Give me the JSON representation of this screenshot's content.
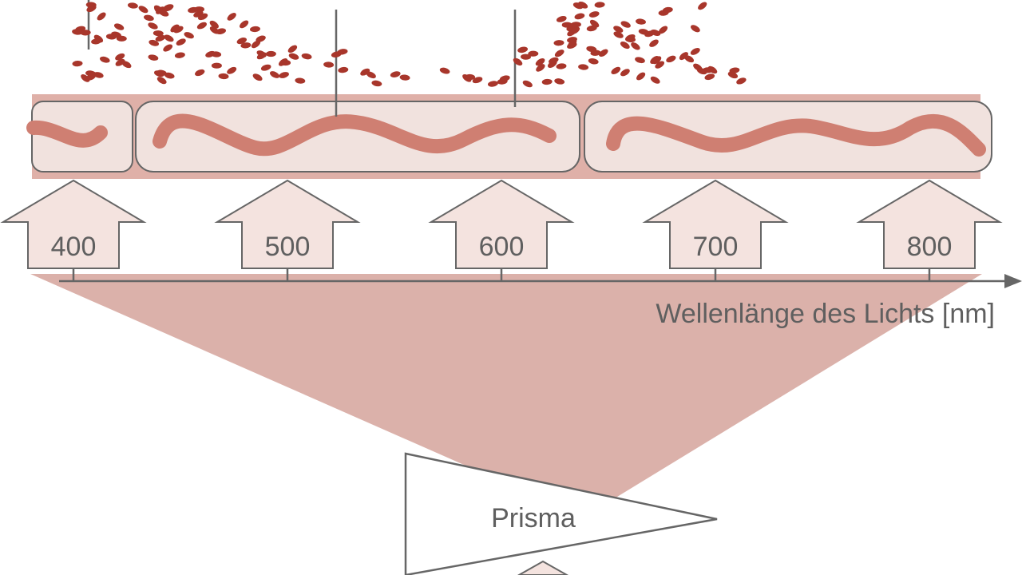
{
  "diagram": {
    "axis": {
      "title": "Wellenlänge des Lichts [nm]",
      "ticks": [
        "400",
        "500",
        "600",
        "700",
        "800"
      ]
    },
    "prism_label": "Prisma",
    "colors": {
      "light_fan": "#dbb1aa",
      "filament_band": "#dfb0a8",
      "cell_fill": "#f1e2de",
      "filament": "#cf7f72",
      "bacteria": "#a8362b",
      "outline": "#666666",
      "arrow_fill": "#f4e3df"
    }
  }
}
